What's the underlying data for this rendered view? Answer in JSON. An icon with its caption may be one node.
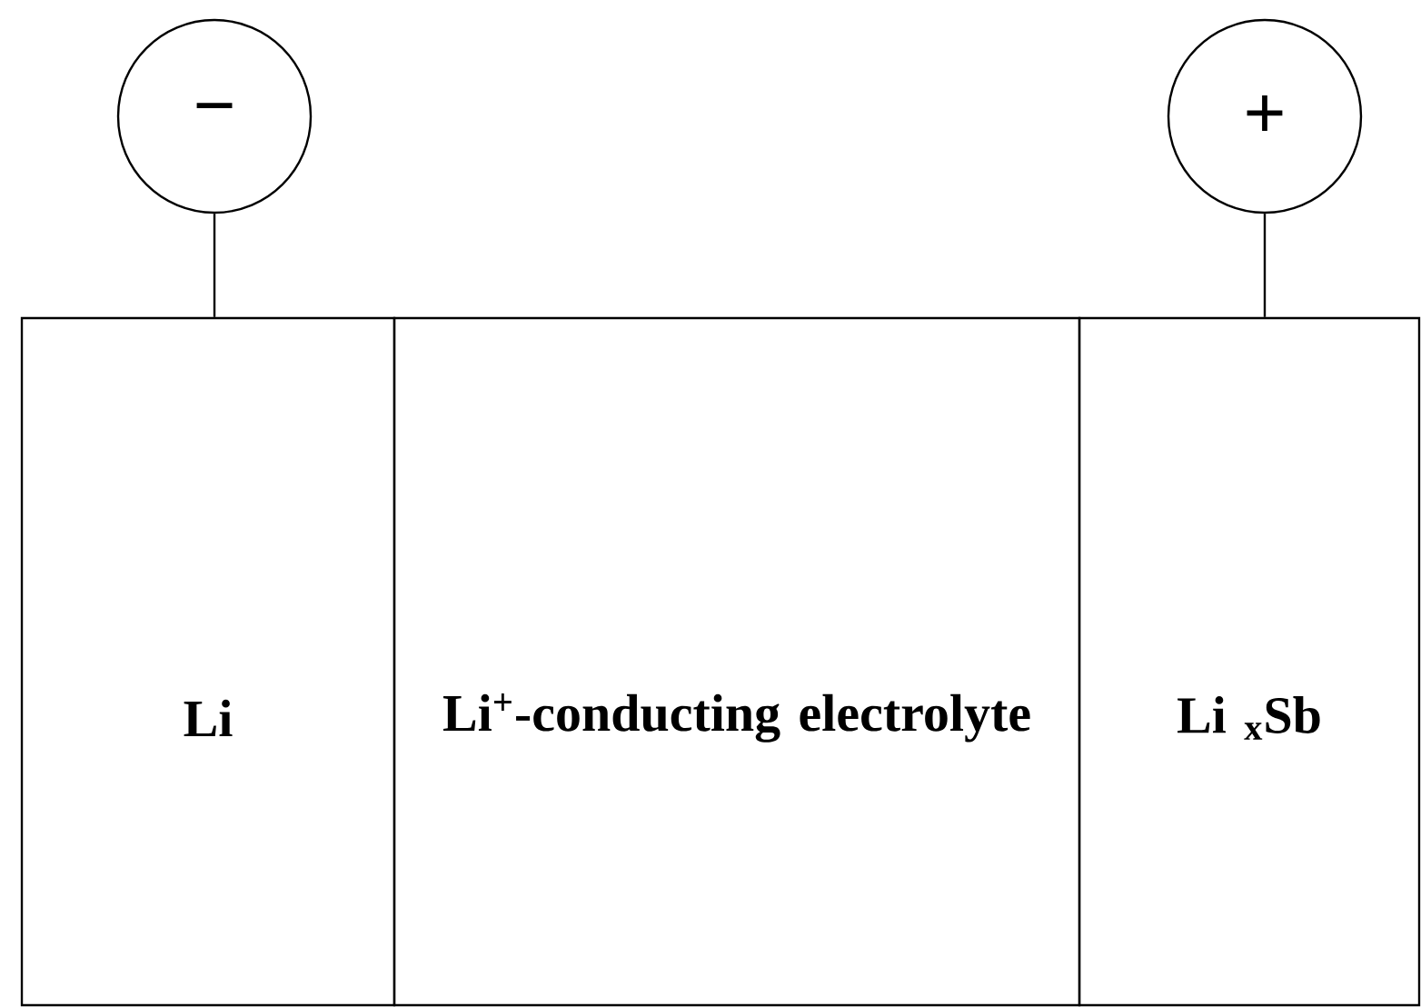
{
  "diagram": {
    "nodes": [
      {
        "text": [
          "−"
        ]
      },
      {
        "text": [
          "+"
        ]
      },
      {
        "text": [
          "Li"
        ]
      },
      {
        "text": [
          "Li$^{+}$-conducting electrolyte"
        ]
      },
      {
        "text": [
          "Li $_{x}$Sb"
        ]
      }
    ],
    "edges": [
      {
        "from": 0,
        "to": 2,
        "arrow": "none"
      },
      {
        "from": 1,
        "to": 4,
        "arrow": "none"
      }
    ]
  }
}
